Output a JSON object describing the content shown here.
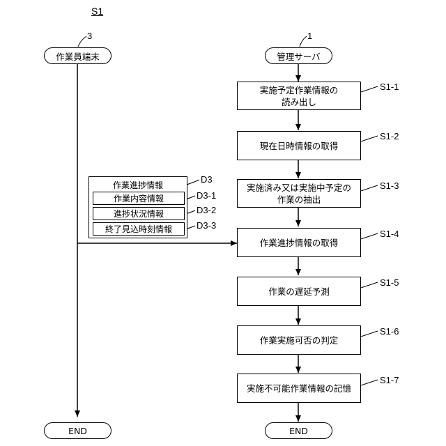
{
  "diagram": {
    "title": "S1",
    "terminal_left": {
      "ref": "3",
      "label": "作業員端末"
    },
    "server": {
      "ref": "1",
      "label": "管理サーバ"
    },
    "end_left": "END",
    "end_right": "END",
    "steps": [
      {
        "id": "S1-1",
        "label_line1": "実施予定作業情報の",
        "label_line2": "読み出し"
      },
      {
        "id": "S1-2",
        "label_line1": "現在日時情報の取得",
        "label_line2": ""
      },
      {
        "id": "S1-3",
        "label_line1": "実施済み又は実施中予定の",
        "label_line2": "作業の抽出"
      },
      {
        "id": "S1-4",
        "label_line1": "作業進捗情報の取得",
        "label_line2": ""
      },
      {
        "id": "S1-5",
        "label_line1": "作業の遅延予測",
        "label_line2": ""
      },
      {
        "id": "S1-6",
        "label_line1": "作業実施可否の判定",
        "label_line2": ""
      },
      {
        "id": "S1-7",
        "label_line1": "実施不可能作業情報の記憶",
        "label_line2": ""
      }
    ],
    "progress_info": {
      "ref": "D3",
      "title": "作業進捗情報",
      "items": [
        {
          "ref": "D3-1",
          "label": "作業内容情報"
        },
        {
          "ref": "D3-2",
          "label": "進捗状況情報"
        },
        {
          "ref": "D3-3",
          "label": "終了見込時刻情報"
        }
      ]
    }
  }
}
